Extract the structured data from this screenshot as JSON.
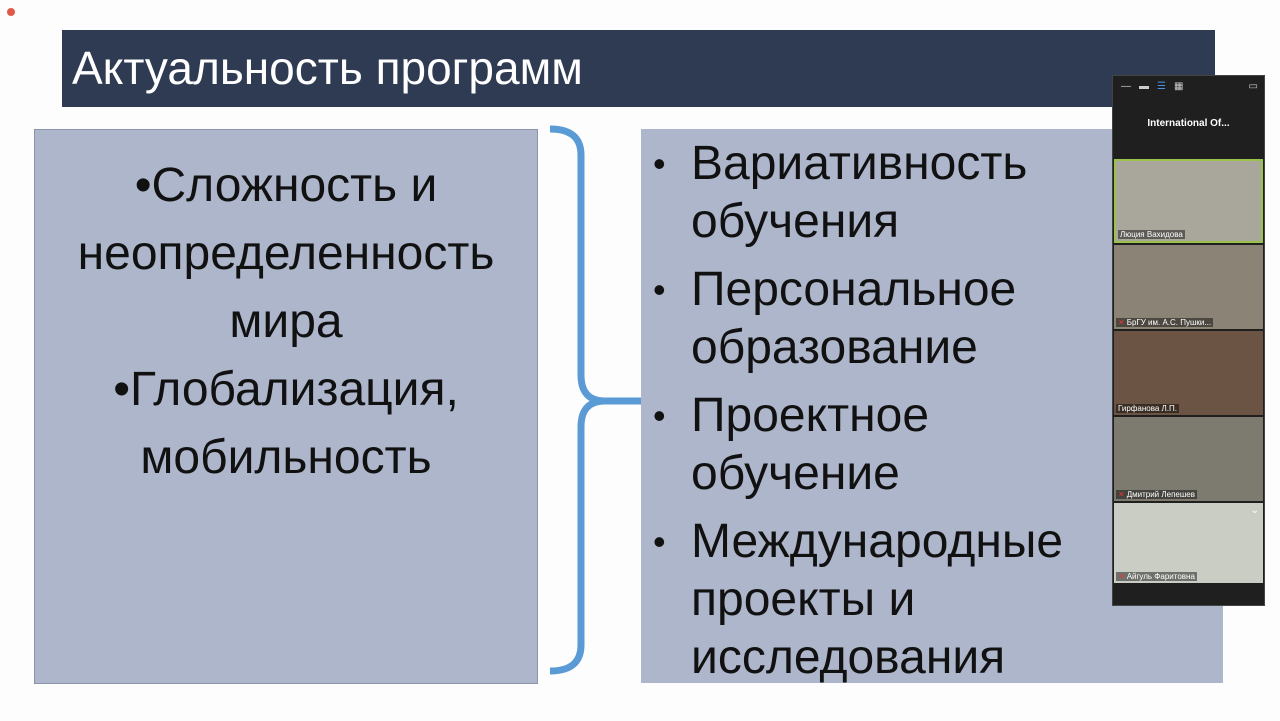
{
  "slide": {
    "title": "Актуальность программ",
    "left_items": [
      "•Сложность и неопределенность мира",
      "•Глобализация, мобильность"
    ],
    "right_items": [
      "Вариативность обучения",
      "Персональное образование",
      "Проектное обучение",
      "Международные проекты и исследования"
    ]
  },
  "zoom_panel": {
    "meeting_title": "International  Of...",
    "participants": [
      {
        "name": "Люция Вахидова",
        "muted": false
      },
      {
        "name": "БрГУ им. А.С. Пушки...",
        "muted": true
      },
      {
        "name": "Гирфанова Л.П.",
        "muted": false
      },
      {
        "name": "Дмитрий Лепешев",
        "muted": true
      },
      {
        "name": "Айгуль Фаритовна",
        "muted": true
      }
    ]
  },
  "colors": {
    "title_bg": "#2f3b52",
    "box_bg": "#adb6cb",
    "bracket": "#5b9bd5"
  }
}
